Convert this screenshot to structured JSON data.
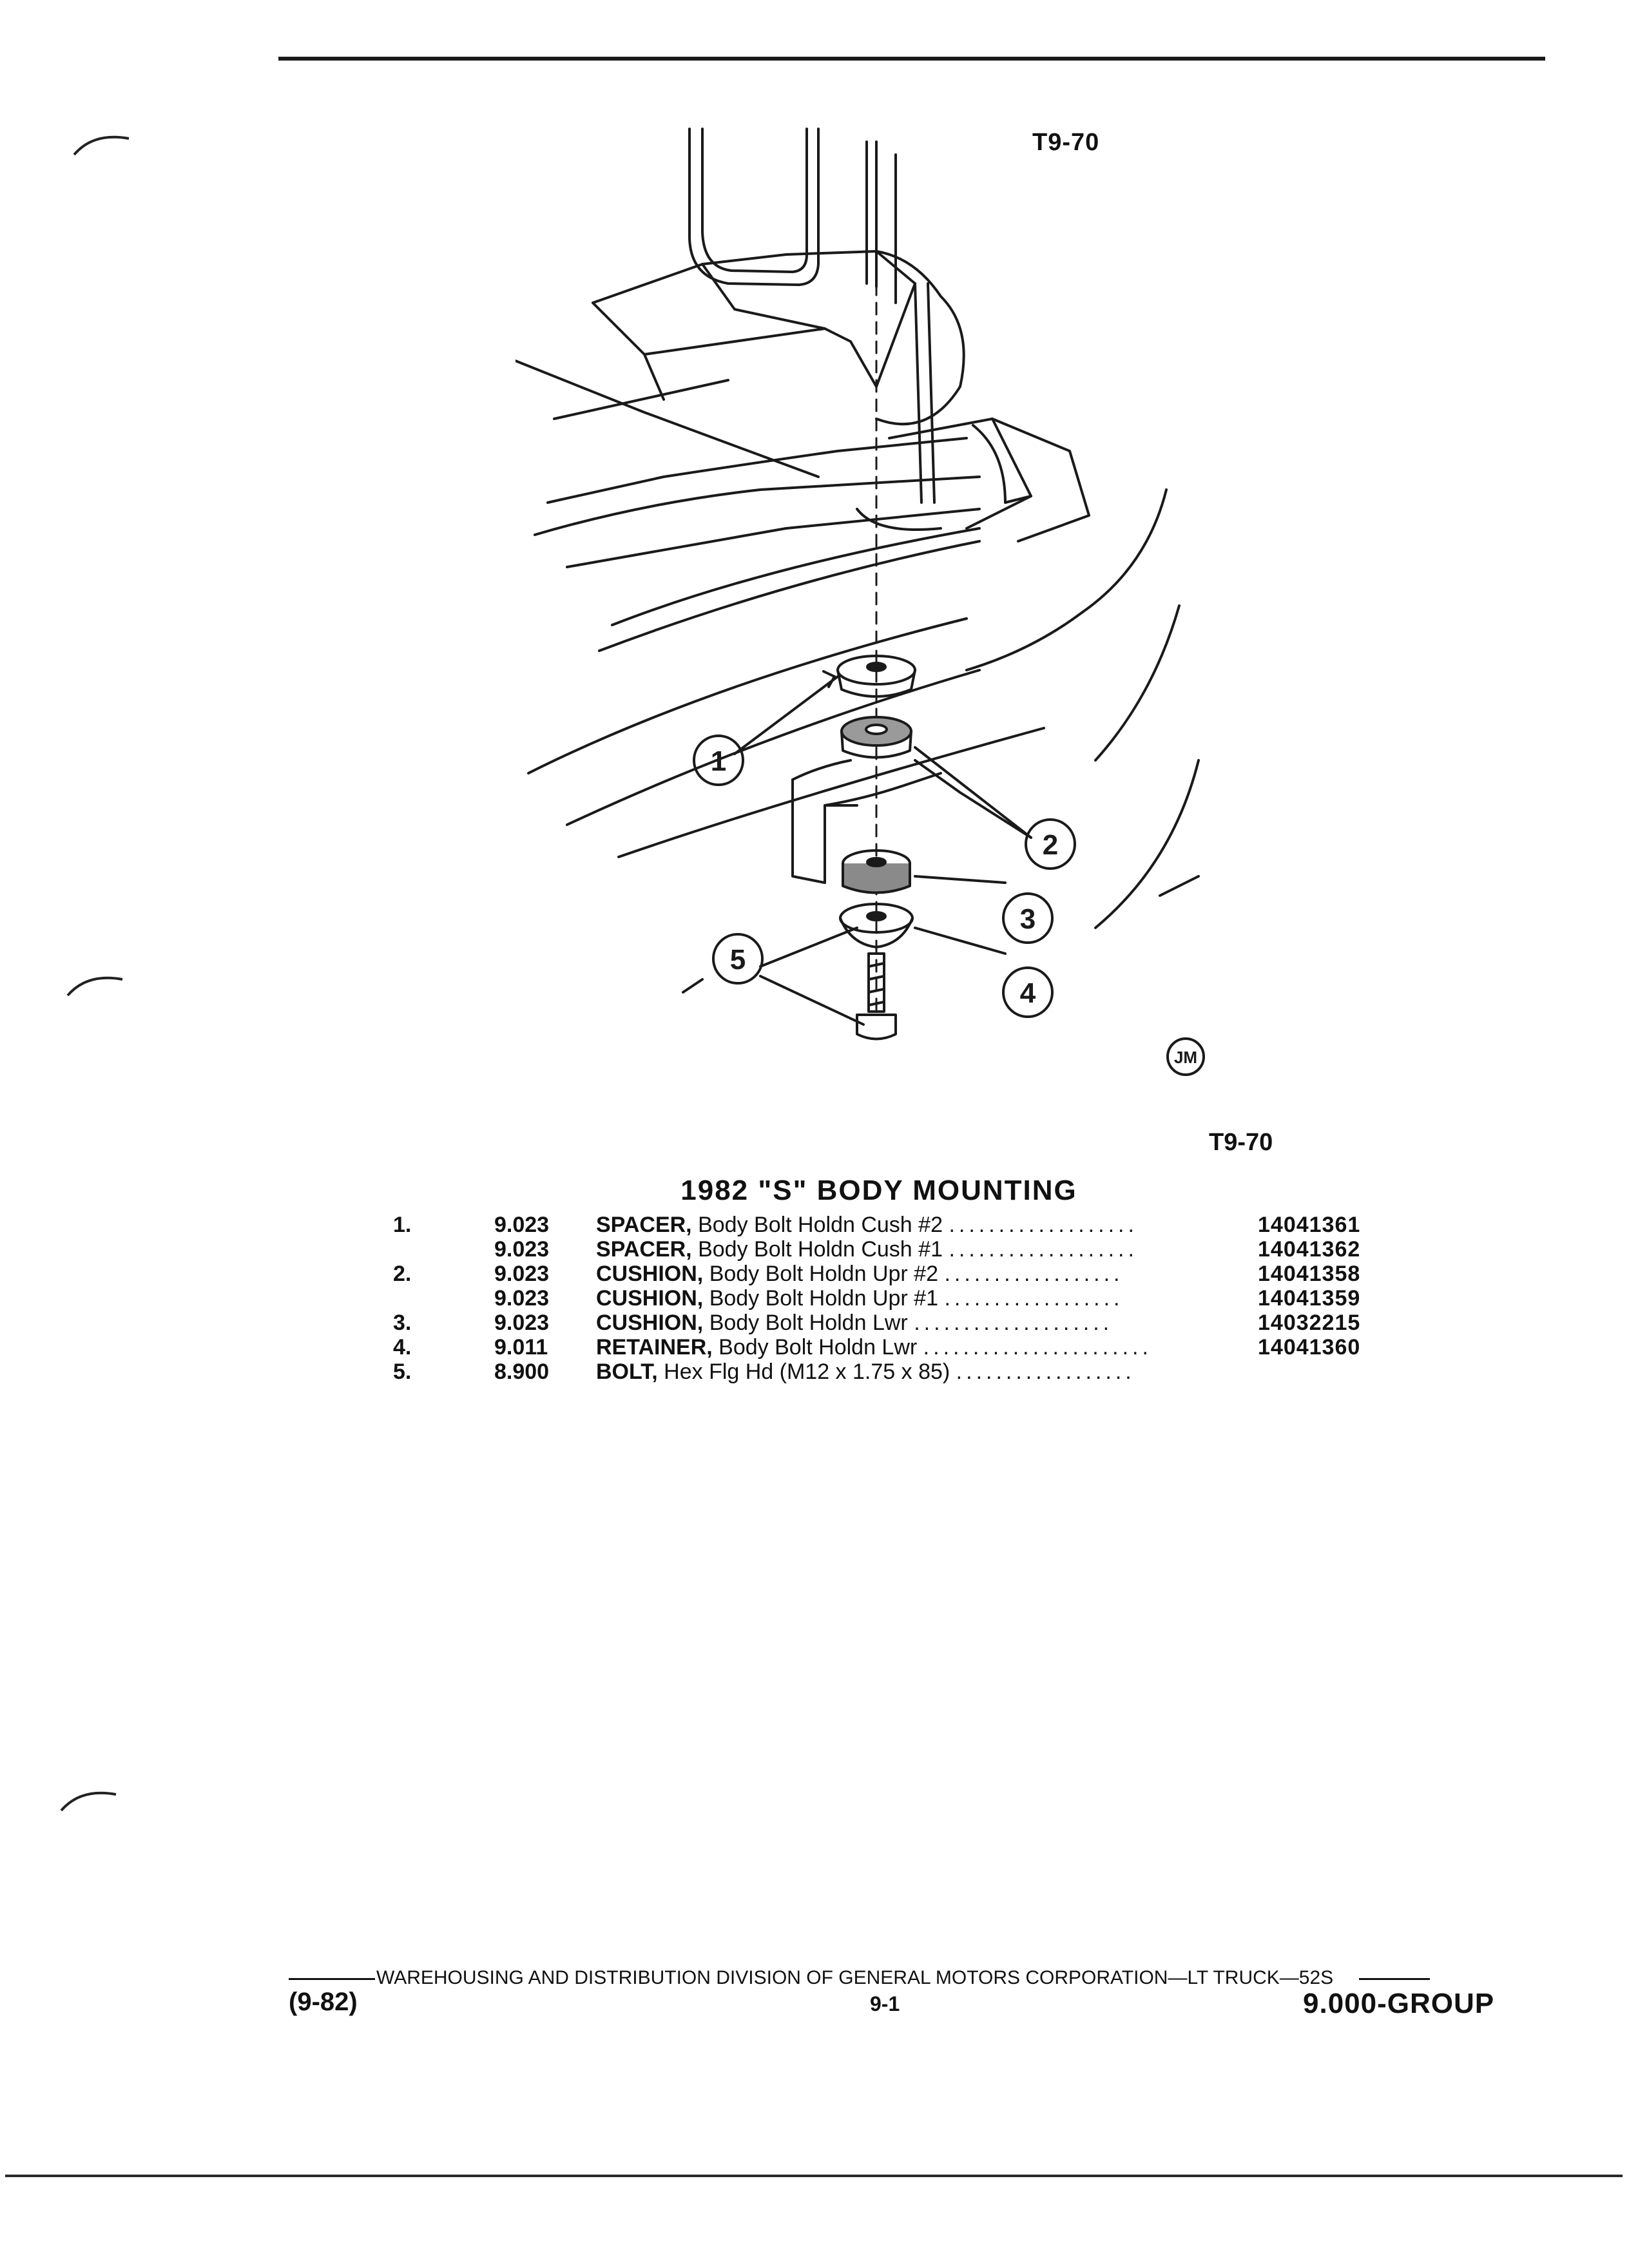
{
  "figure": {
    "code_top": "T9-70",
    "code_bottom": "T9-70",
    "callouts": [
      "1",
      "2",
      "3",
      "4",
      "5"
    ],
    "artist_mark": "JM"
  },
  "section_title": "1982 \"S\" BODY MOUNTING",
  "parts": [
    {
      "item": "1.",
      "group": "9.023",
      "name": "SPACER,",
      "desc": "Body Bolt Holdn Cush #2",
      "part_no": "14041361"
    },
    {
      "item": "",
      "group": "9.023",
      "name": "SPACER,",
      "desc": "Body Bolt Holdn Cush #1",
      "part_no": "14041362"
    },
    {
      "item": "2.",
      "group": "9.023",
      "name": "CUSHION,",
      "desc": "Body Bolt Holdn Upr #2",
      "part_no": "14041358"
    },
    {
      "item": "",
      "group": "9.023",
      "name": "CUSHION,",
      "desc": "Body Bolt Holdn Upr #1",
      "part_no": "14041359"
    },
    {
      "item": "3.",
      "group": "9.023",
      "name": "CUSHION,",
      "desc": "Body Bolt Holdn Lwr",
      "part_no": "14032215"
    },
    {
      "item": "4.",
      "group": "9.011",
      "name": "RETAINER,",
      "desc": "Body Bolt Holdn Lwr",
      "part_no": "14041360"
    },
    {
      "item": "5.",
      "group": "8.900",
      "name": "BOLT,",
      "desc": "Hex Flg Hd (M12 x 1.75 x 85)",
      "part_no": ""
    }
  ],
  "footer": {
    "publisher": "WAREHOUSING AND DISTRIBUTION  DIVISION OF GENERAL MOTORS CORPORATION—LT TRUCK—52S",
    "revision": "(9-82)",
    "page": "9-1",
    "group": "9.000-GROUP"
  }
}
